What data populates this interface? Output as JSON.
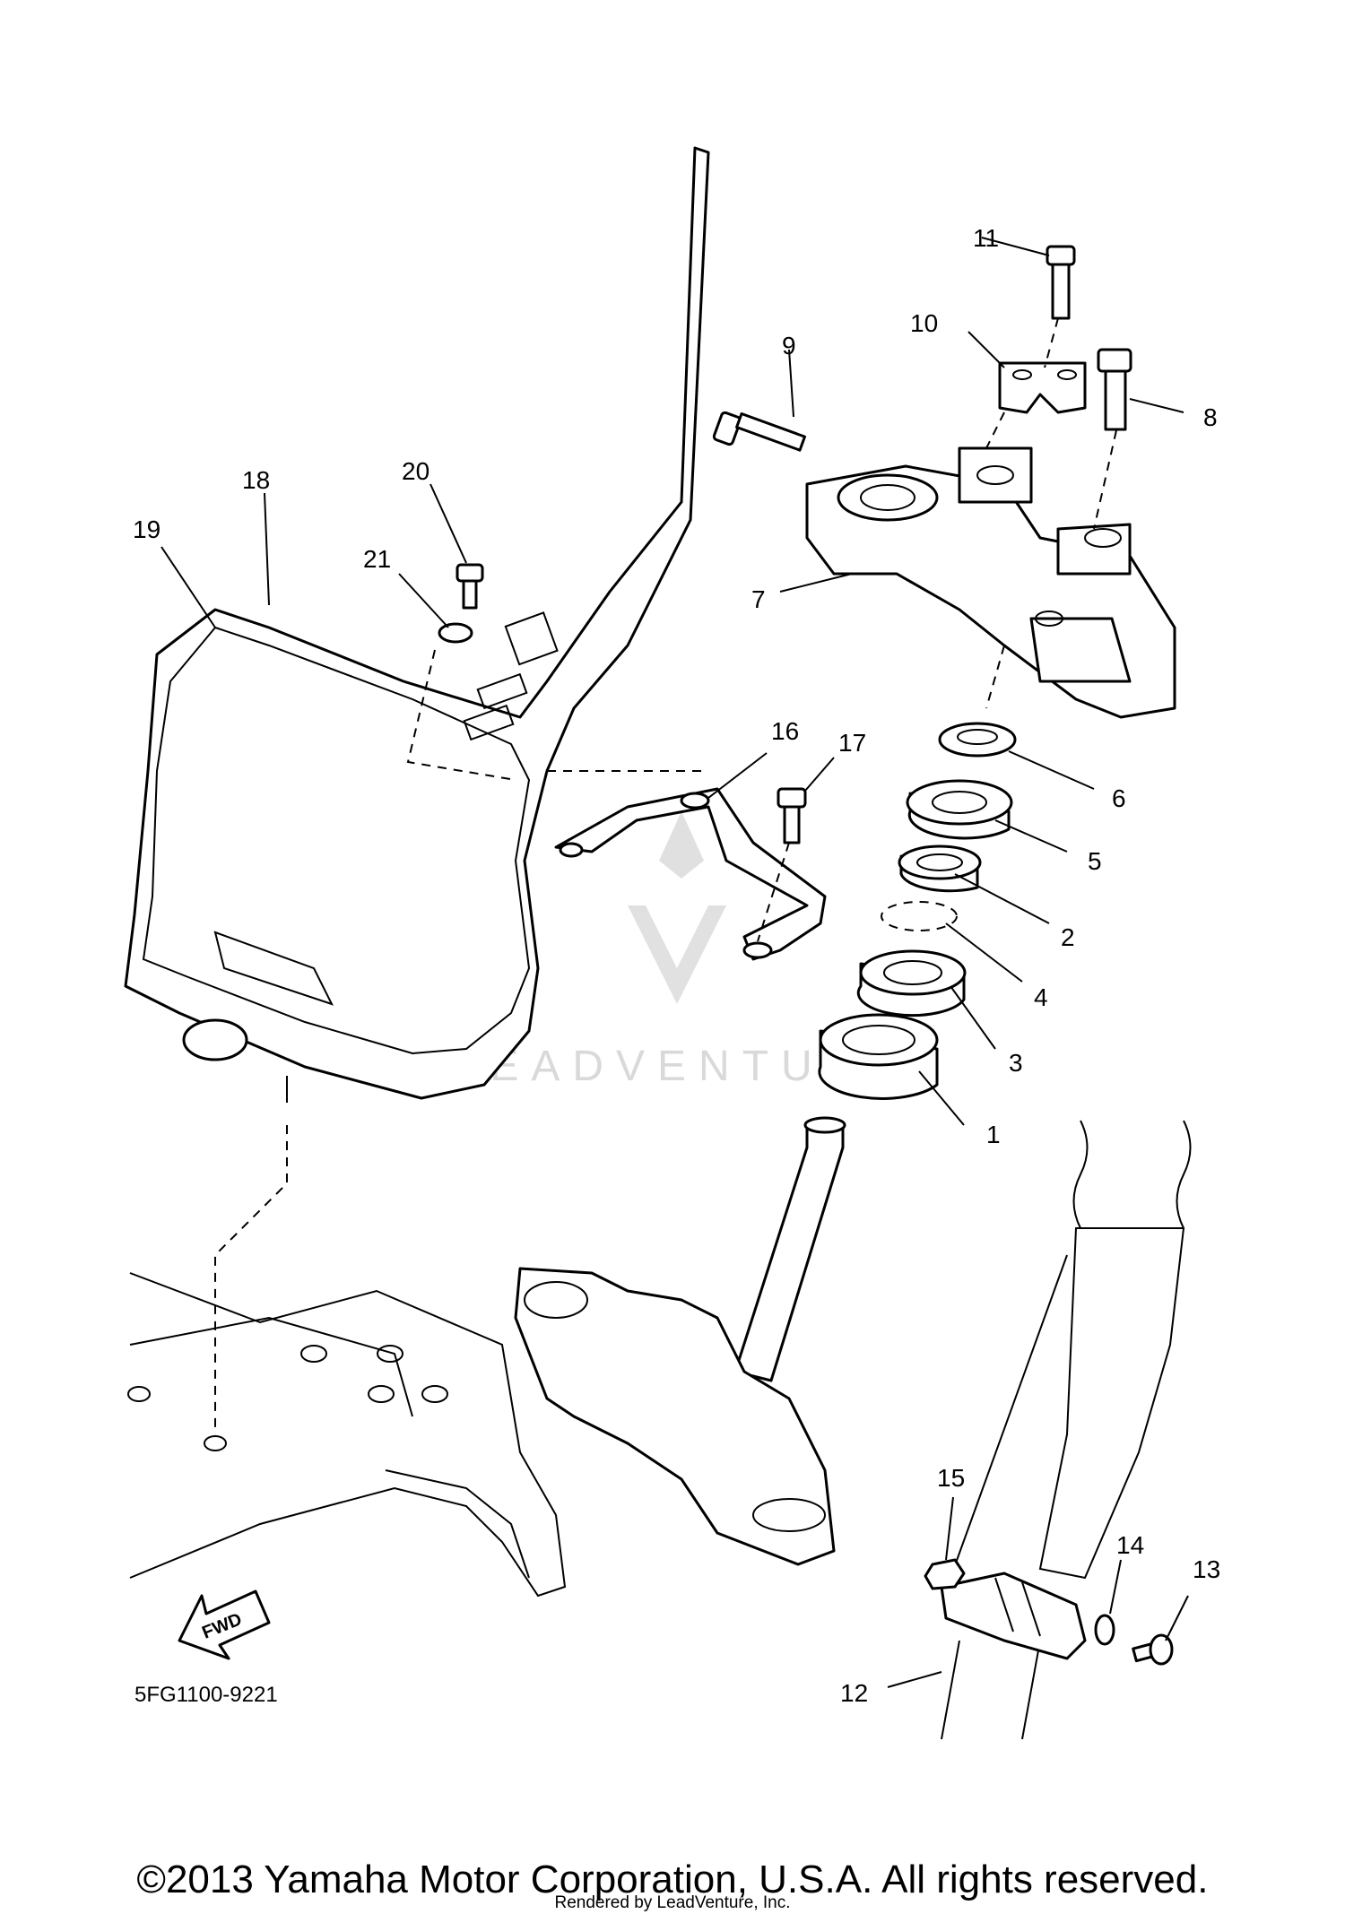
{
  "diagram_code": "5FG1100-9221",
  "fwd_label": "FWD",
  "watermark": "LEADVENTURE",
  "copyright": "©2013 Yamaha Motor Corporation, U.S.A. All rights reserved.",
  "rendered_by": "Rendered by LeadVenture, Inc.",
  "callouts": {
    "p1": "1",
    "p2": "2",
    "p3": "3",
    "p4": "4",
    "p5": "5",
    "p6": "6",
    "p7": "7",
    "p8": "8",
    "p9": "9",
    "p10": "10",
    "p11": "11",
    "p12": "12",
    "p13": "13",
    "p14": "14",
    "p15": "15",
    "p16": "16",
    "p17": "17",
    "p18": "18",
    "p19": "19",
    "p20": "20",
    "p21": "21"
  }
}
